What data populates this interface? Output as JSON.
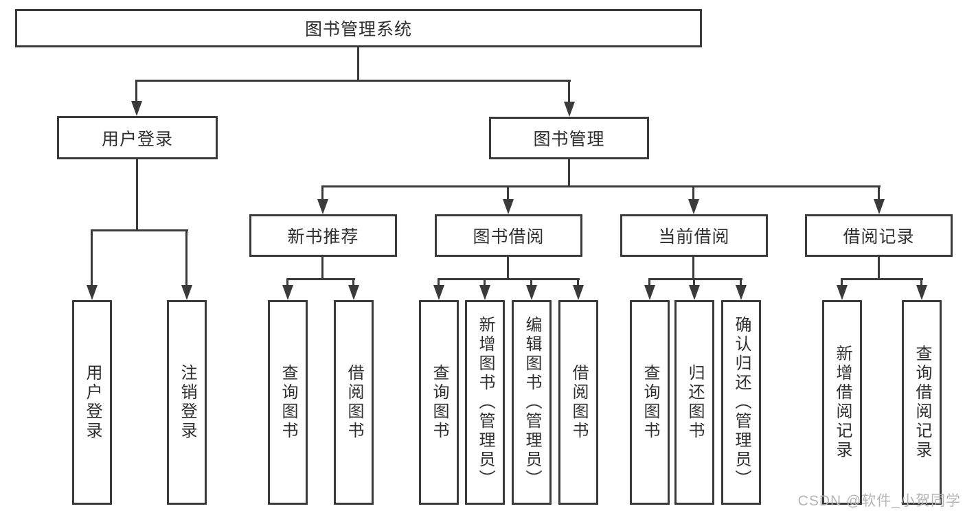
{
  "diagram_title": "图书管理系统",
  "tree": {
    "label": "图书管理系统",
    "children": [
      {
        "label": "用户登录",
        "children": [
          {
            "label": "用户登录"
          },
          {
            "label": "注销登录"
          }
        ]
      },
      {
        "label": "图书管理",
        "children": [
          {
            "label": "新书推荐",
            "children": [
              {
                "label": "查询图书"
              },
              {
                "label": "借阅图书"
              }
            ]
          },
          {
            "label": "图书借阅",
            "children": [
              {
                "label": "查询图书"
              },
              {
                "label": "新增图书（管理员）"
              },
              {
                "label": "编辑图书（管理员）"
              },
              {
                "label": "借阅图书"
              }
            ]
          },
          {
            "label": "当前借阅",
            "children": [
              {
                "label": "查询图书"
              },
              {
                "label": "归还图书"
              },
              {
                "label": "确认归还（管理员）"
              }
            ]
          },
          {
            "label": "借阅记录",
            "children": [
              {
                "label": "新增借阅记录"
              },
              {
                "label": "查询借阅记录"
              }
            ]
          }
        ]
      }
    ]
  },
  "watermark": "CSDN @软件_小贺同学",
  "colors": {
    "line": "#3a3a3a",
    "text": "#2f2f2f",
    "box_background": "#ffffff",
    "watermark": "#b5b5b5"
  }
}
